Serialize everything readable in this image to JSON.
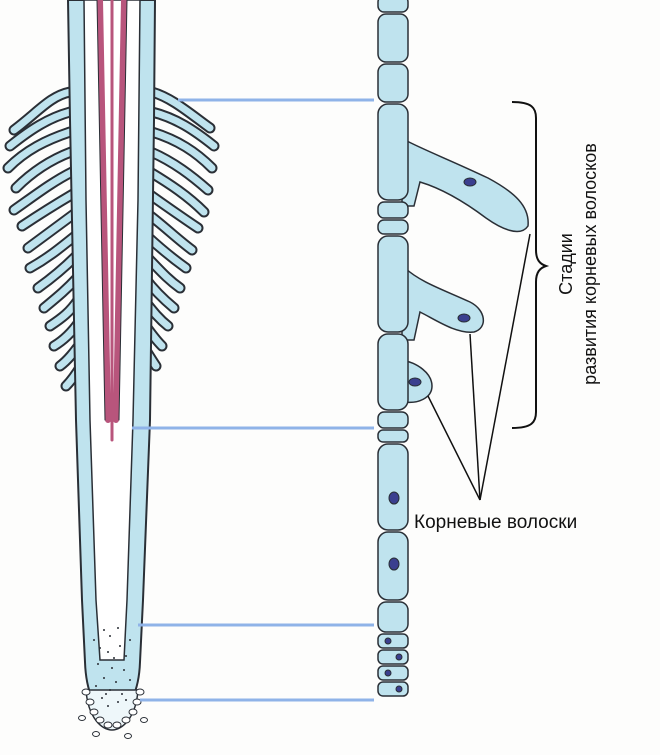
{
  "labels": {
    "root_hairs": "Корневые волоски",
    "stages_line1": "Стадии",
    "stages_line2": "развития корневых волосков"
  },
  "colors": {
    "tissue_fill": "#bfe3ee",
    "outline": "#2a2f36",
    "vascular": "#b8557c",
    "guide_lines": "#8fb3e8",
    "nucleus": "#3b3f8f"
  }
}
